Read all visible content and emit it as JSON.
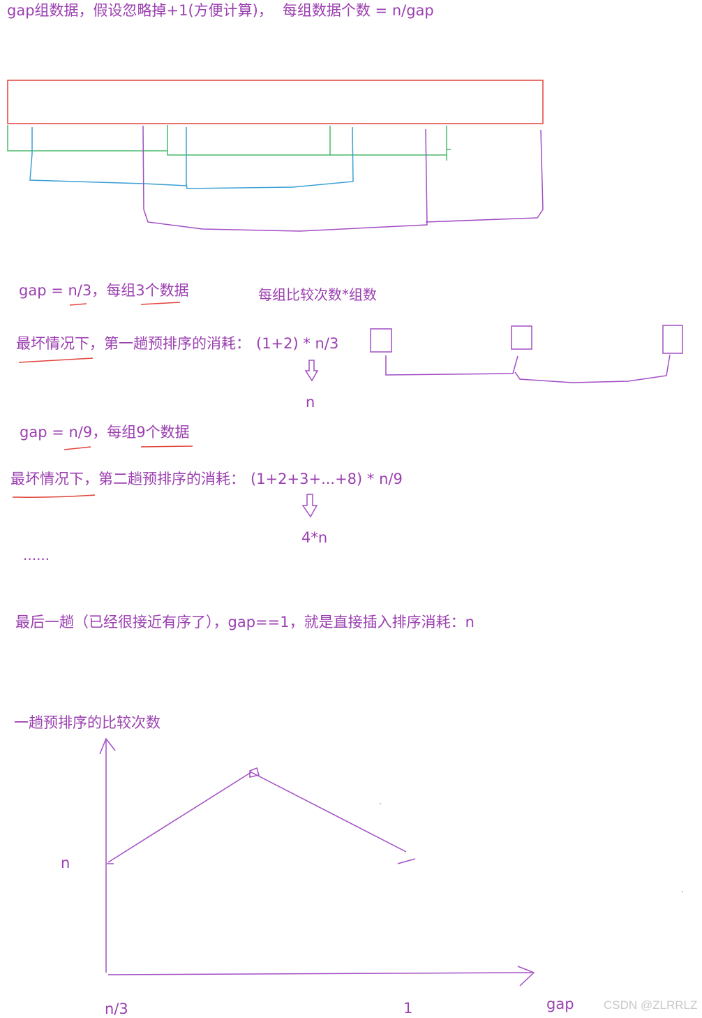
{
  "header": {
    "line1": "gap组数据，假设忽略掉+1(方便计算)，",
    "line1b": "每组数据个数 = n/gap"
  },
  "case1": {
    "gap_line": "gap = n/3，每组3个数据",
    "note": "每组比较次数*组数",
    "worst": "最坏情况下，第一趟预排序的消耗：",
    "formula": "(1+2) * n/3",
    "result": "n"
  },
  "case2": {
    "gap_line": "gap = n/9，每组9个数据",
    "worst": "最坏情况下，第二趟预排序的消耗：",
    "formula": "(1+2+3+...+8) * n/9",
    "result": "4*n"
  },
  "ellipsis": "......",
  "last_pass": "最后一趟（已经很接近有序了），gap==1，就是直接插入排序消耗：n",
  "graph": {
    "ylabel": "一趟预排序的比较次数",
    "y_tick": "n",
    "x_tick_left": "n/3",
    "x_tick_right": "1",
    "xlabel": "gap"
  },
  "watermark": "CSDN @ZLRRLZ",
  "colors": {
    "purple": "#9b3fb0",
    "red": "#e0443a",
    "green": "#4cb96b",
    "blue": "#3a9fd6"
  }
}
